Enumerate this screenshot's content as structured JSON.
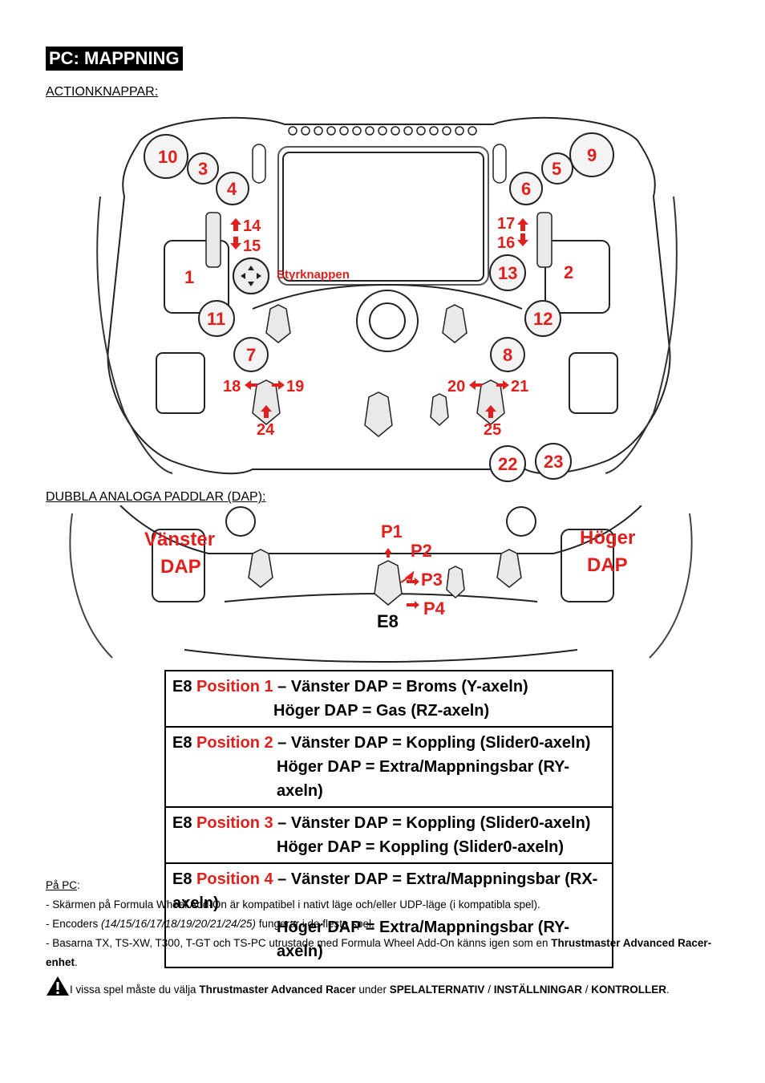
{
  "title": "PC: MAPPNING",
  "section1": "ACTIONKNAPPAR:",
  "section2": "DUBBLA ANALOGA PADDLAR (DAP):",
  "wheel": {
    "buttons": [
      "10",
      "3",
      "4",
      "9",
      "5",
      "6",
      "1",
      "2",
      "11",
      "12",
      "7",
      "8",
      "13",
      "22",
      "23"
    ],
    "encoders": [
      "14",
      "15",
      "17",
      "16",
      "18",
      "19",
      "20",
      "21",
      "24",
      "25"
    ],
    "dpad_label": "Styrknappen"
  },
  "dap": {
    "left_label_1": "Vänster",
    "left_label_2": "DAP",
    "right_label_1": "Höger",
    "right_label_2": "DAP",
    "p1": "P1",
    "p2": "P2",
    "p3": "P3",
    "p4": "P4",
    "e8": "E8"
  },
  "table": [
    {
      "prefix": "E8 ",
      "pos": "Position 1",
      "line1": " – Vänster DAP = Broms (Y-axeln)",
      "line2": "Höger DAP = Gas (RZ-axeln)"
    },
    {
      "prefix": "E8 ",
      "pos": "Position 2",
      "line1": " – Vänster DAP = Koppling (Slider0-axeln)",
      "line2": "Höger DAP = Extra/Mappningsbar (RY-axeln)"
    },
    {
      "prefix": "E8 ",
      "pos": "Position 3",
      "line1": " – Vänster DAP = Koppling (Slider0-axeln)",
      "line2": "Höger DAP = Koppling (Slider0-axeln)"
    },
    {
      "prefix": "E8 ",
      "pos": "Position 4",
      "line1": " – Vänster DAP = Extra/Mappningsbar (RX-axeln)",
      "line2": "Höger DAP = Extra/Mappningsbar (RY-axeln)"
    }
  ],
  "notes": {
    "heading": "På PC",
    "heading_colon": ":",
    "n1": "- Skärmen på Formula Wheel Add-On är kompatibel i nativt läge och/eller UDP-läge (i kompatibla spel).",
    "n2_a": "- Encoders ",
    "n2_b": "(14/15/16/17/18/19/20/21/24/25)",
    "n2_c": " fungerar i de flesta spel.",
    "n3_a": "- Basarna TX, TS-XW, T300, T-GT och TS-PC utrustade med Formula Wheel Add-On känns igen som en ",
    "n3_b": "Thrustmaster Advanced Racer-enhet",
    "n3_c": ".",
    "w_a": "I vissa spel måste du välja ",
    "w_b": "Thrustmaster Advanced Racer",
    "w_c": " under ",
    "w_d": "SPELALTERNATIV",
    "w_e": " / ",
    "w_f": "INSTÄLLNINGAR",
    "w_g": " / ",
    "w_h": "KONTROLLER",
    "w_i": "."
  }
}
